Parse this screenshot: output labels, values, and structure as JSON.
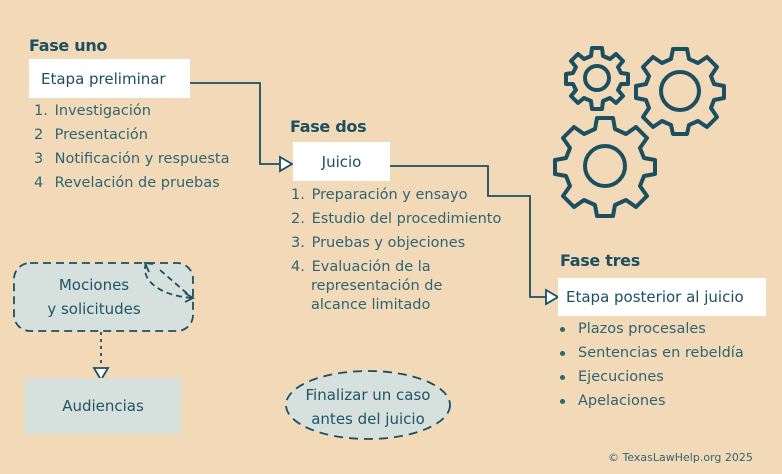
{
  "phases": [
    {
      "title": "Fase uno",
      "stage": "Etapa preliminar",
      "items": [
        {
          "num": "1.",
          "text": "Investigación"
        },
        {
          "num": "2",
          "text": "Presentación"
        },
        {
          "num": "3",
          "text": "Notificación y respuesta"
        },
        {
          "num": "4",
          "text": "Revelación de pruebas"
        }
      ]
    },
    {
      "title": "Fase dos",
      "stage": "Juicio",
      "items": [
        {
          "num": "1.",
          "text": "Preparación y ensayo"
        },
        {
          "num": "2.",
          "text": "Estudio del procedimiento"
        },
        {
          "num": "3.",
          "text": "Pruebas y objeciones"
        },
        {
          "num": "4.",
          "text": "Evaluación de la",
          "cont": [
            "representación de",
            "alcance limitado"
          ]
        }
      ]
    },
    {
      "title": "Fase tres",
      "stage": "Etapa posterior al juicio",
      "items": [
        {
          "text": "Plazos procesales"
        },
        {
          "text": "Sentencias en rebeldía"
        },
        {
          "text": "Ejecuciones"
        },
        {
          "text": "Apelaciones"
        }
      ]
    }
  ],
  "side": {
    "motions": [
      "Mociones",
      "y solicitudes"
    ],
    "hearings": "Audiencias",
    "settle": [
      "Finalizar un caso",
      "antes del juicio"
    ]
  },
  "icons": {
    "gears": "gears-icon"
  },
  "colors": {
    "background": "#f2dab8",
    "primary": "#1c4f60",
    "box": "#ffffff",
    "side_box": "#d6e0dc"
  },
  "footer": {
    "copyright": "© TexasLawHelp.org 2025"
  }
}
